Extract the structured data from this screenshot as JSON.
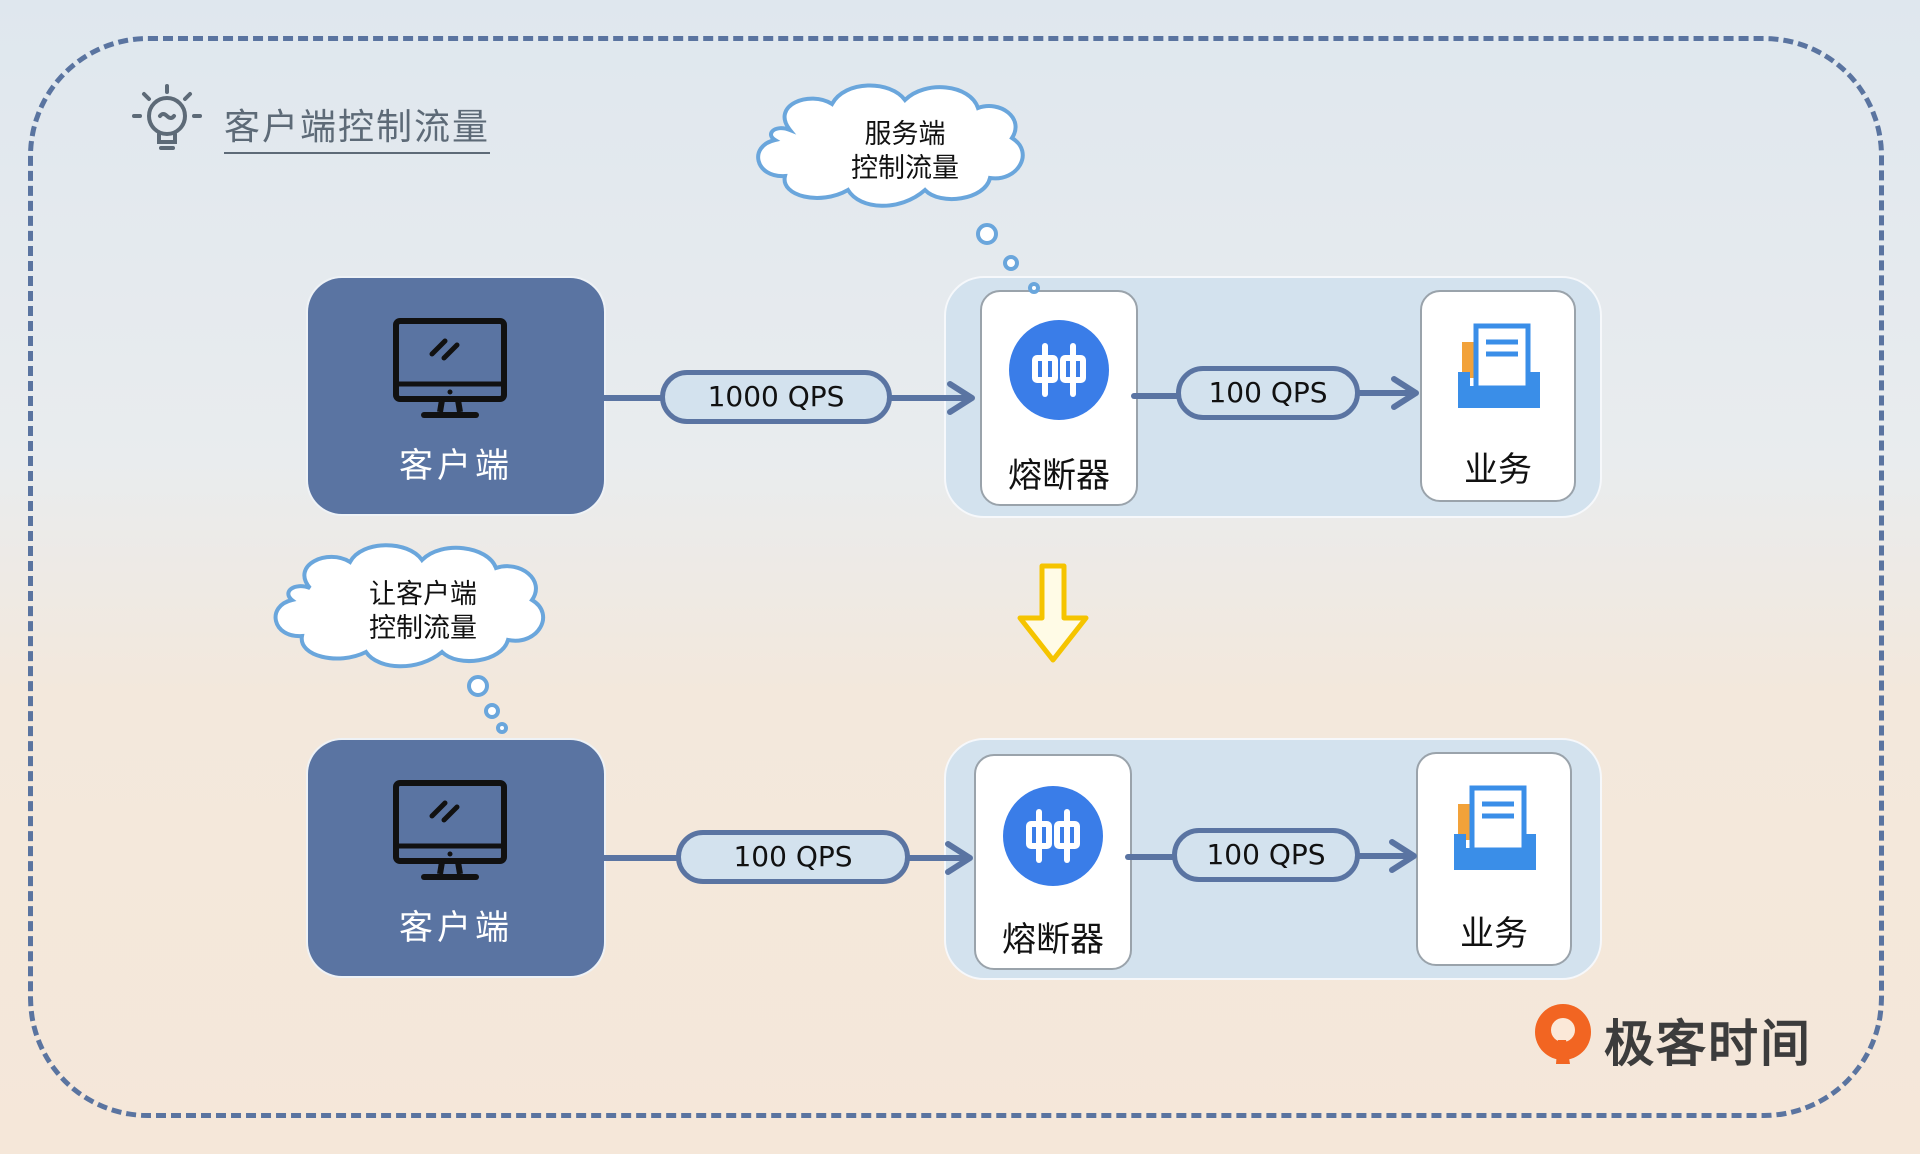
{
  "title": "客户端控制流量",
  "brand": "极客时间",
  "top_row": {
    "client_label": "客户端",
    "request_rate": "1000 QPS",
    "breaker_label": "熔断器",
    "forward_rate": "100 QPS",
    "service_label": "业务",
    "thought": [
      "服务端",
      "控制流量"
    ]
  },
  "bottom_row": {
    "client_label": "客户端",
    "request_rate": "100 QPS",
    "breaker_label": "熔断器",
    "forward_rate": "100 QPS",
    "service_label": "业务",
    "thought": [
      "让客户端",
      "控制流量"
    ]
  },
  "colors": {
    "client_fill": "#5a74a2",
    "panel_fill": "#d3e2ee",
    "breaker_icon": "#3a7de8",
    "transition_arrow": "#f5c400",
    "brand_orange": "#f26522"
  }
}
